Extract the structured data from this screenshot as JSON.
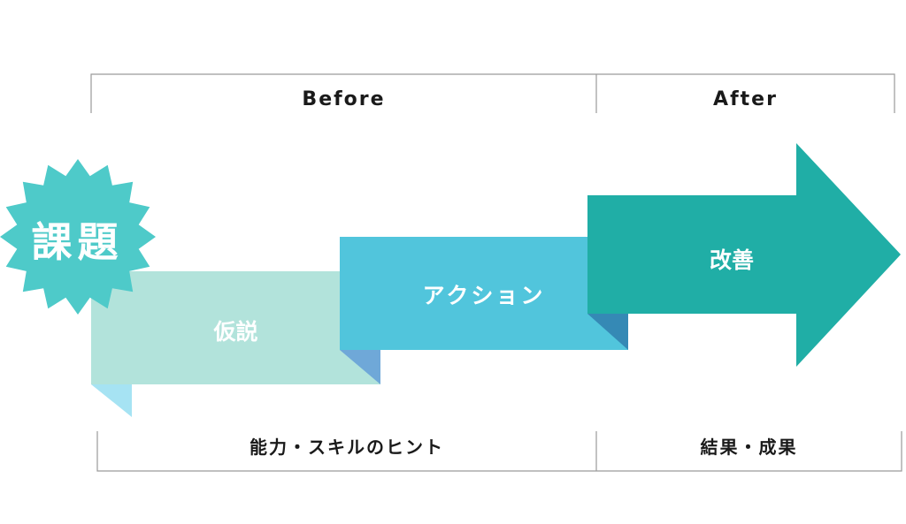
{
  "header": {
    "before_label": "Before",
    "after_label": "After"
  },
  "footer": {
    "before_caption": "能力・スキルのヒント",
    "after_caption": "結果・成果"
  },
  "badge": {
    "label": "課題"
  },
  "steps": [
    {
      "label": "仮説"
    },
    {
      "label": "アクション"
    },
    {
      "label": "改善"
    }
  ],
  "colors": {
    "badge": "#4ECAC9",
    "step_hypothesis": "#B2E3DB",
    "step_hypothesis_fold": "#A6E3F3",
    "step_action": "#51C5DC",
    "step_action_fold": "#6FA8D8",
    "step_improve": "#20AEA6",
    "step_improve_fold": "#3589B5",
    "frame_line": "#9A9A9A",
    "text_dark": "#1A1A1A",
    "text_light": "#FFFFFF"
  }
}
